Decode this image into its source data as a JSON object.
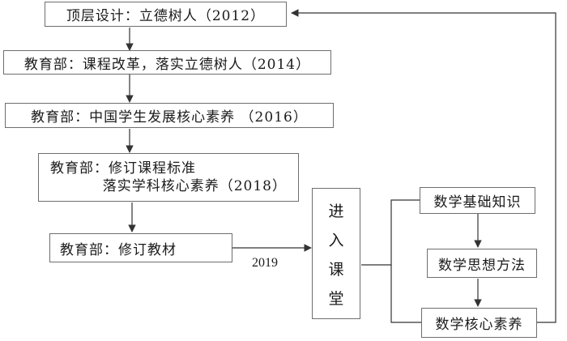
{
  "nodes": {
    "top_design": {
      "text": "顶层设计：立德树人（2012）"
    },
    "curriculum_reform": {
      "text": "教育部：课程改革，落实立德树人（2014）"
    },
    "core_literacy": {
      "text": "教育部：中国学生发展核心素养 （2016）"
    },
    "revise_standards": {
      "line1": "教育部：修订课程标准",
      "line2": "落实学科核心素养（2018）"
    },
    "revise_textbooks": {
      "text": "教育部：修订教材"
    },
    "into_classroom": {
      "chars": [
        "进",
        "入",
        "课",
        "堂"
      ]
    },
    "math_basics": {
      "text": "数学基础知识"
    },
    "math_thinking": {
      "text": "数学思想方法"
    },
    "math_literacy": {
      "text": "数学核心素养"
    }
  },
  "year_label": "2019",
  "colors": {
    "line": "#333333",
    "border": "#6e6e6e"
  }
}
